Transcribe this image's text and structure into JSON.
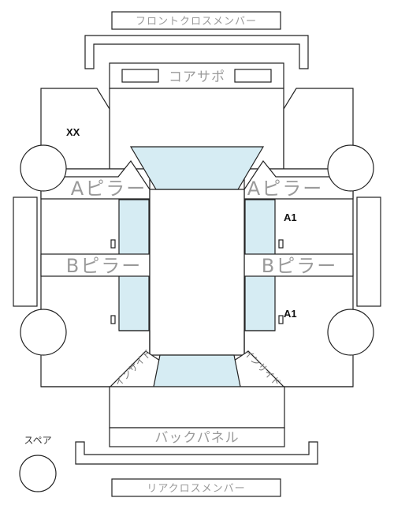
{
  "labels": {
    "front_cross_member": "フロントクロスメンバー",
    "core_support": "コアサポ",
    "a_pillar": "Aピラー",
    "b_pillar": "Bピラー",
    "back_panel": "バックパネル",
    "rear_cross_member": "リアクロスメンバー",
    "spare": "スペア",
    "inside": "インサイド"
  },
  "marks": {
    "front_left": "XX",
    "right_upper": "A1",
    "right_lower": "A1"
  },
  "colors": {
    "line": "#222222",
    "label": "#9a9a9a",
    "glass": "#d6ecf3"
  }
}
